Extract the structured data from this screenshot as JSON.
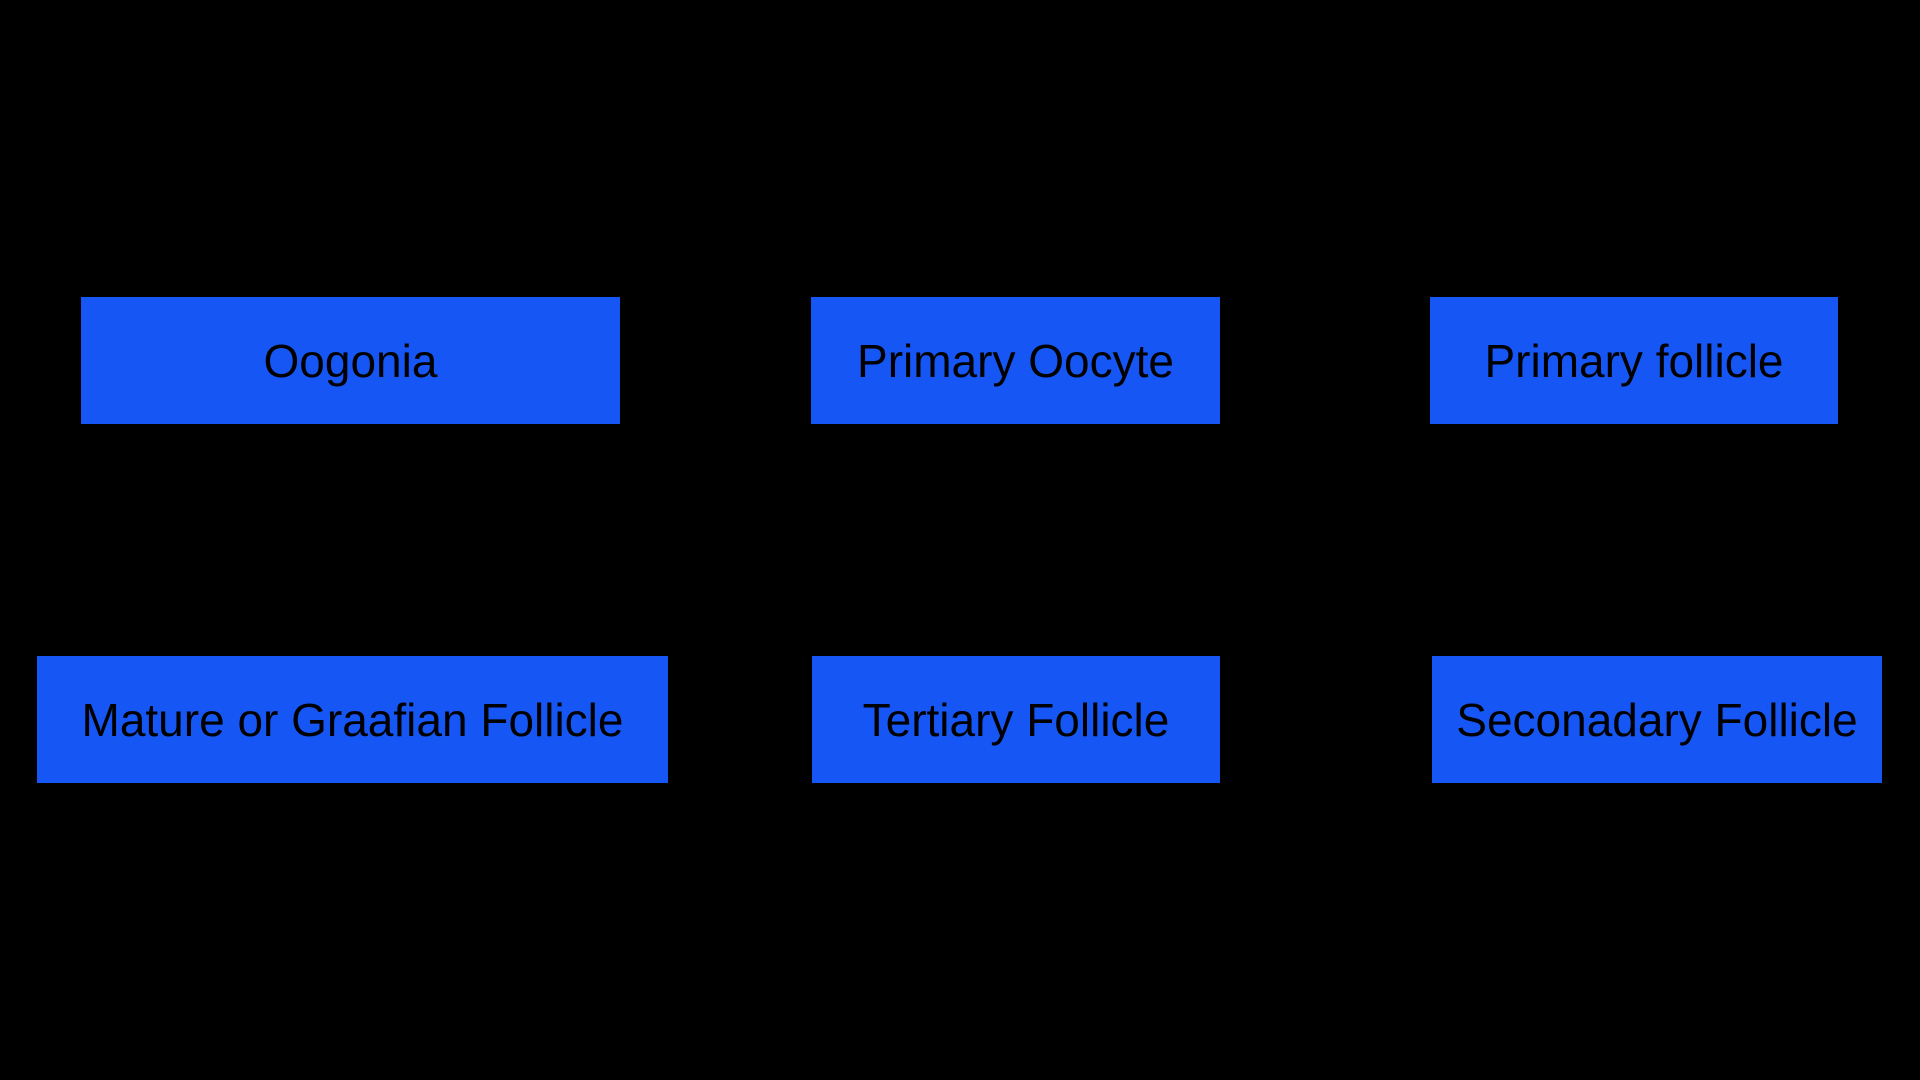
{
  "diagram": {
    "type": "flowchart",
    "colors": {
      "background": "#000000",
      "node_fill": "#1656F5",
      "node_text": "#000000"
    },
    "rows": 2,
    "nodes": [
      {
        "id": "oogonia",
        "row": 1,
        "col": 1,
        "label": "Oogonia"
      },
      {
        "id": "primary-oocyte",
        "row": 1,
        "col": 2,
        "label": "Primary Oocyte"
      },
      {
        "id": "primary-follicle",
        "row": 1,
        "col": 3,
        "label": "Primary follicle"
      },
      {
        "id": "mature-graafian",
        "row": 2,
        "col": 1,
        "label": "Mature or Graafian Follicle"
      },
      {
        "id": "tertiary-follicle",
        "row": 2,
        "col": 2,
        "label": "Tertiary Follicle"
      },
      {
        "id": "secondary-follicle",
        "row": 2,
        "col": 3,
        "label": "Seconadary Follicle"
      }
    ]
  }
}
